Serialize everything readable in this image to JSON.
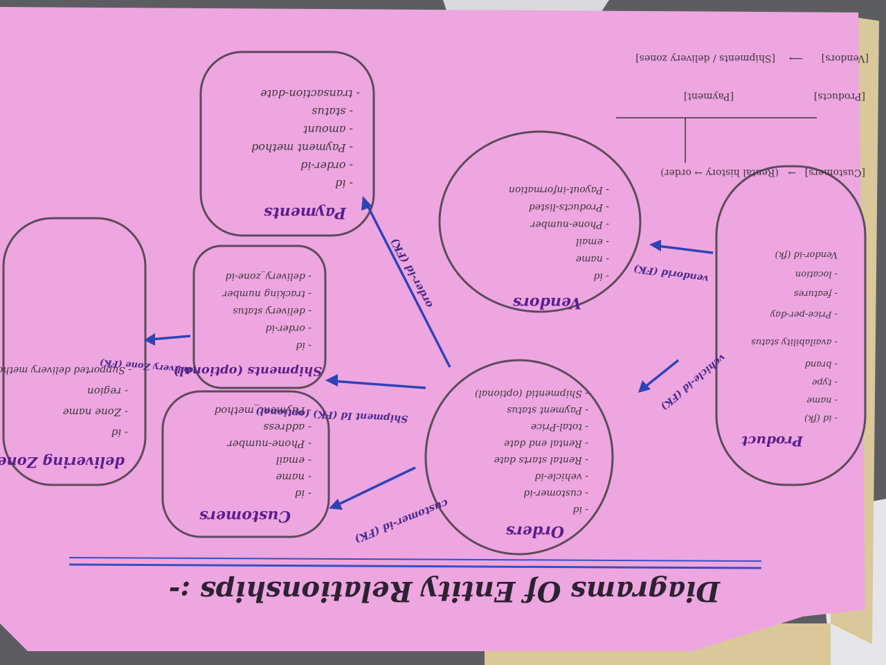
{
  "heading": {
    "title": "Diagrams Of Entity Relationships :-"
  },
  "flow": {
    "line1_left": "[Customers]",
    "line1_arrow": "→",
    "line1_right": "(Rental history → order)",
    "line2_left": "[Products]",
    "line2_right": "[Payment]",
    "line3_left": "[Vendors]",
    "line3_arrow": "⟶",
    "line3_right": "[Shipments / delivery zones]"
  },
  "entities": {
    "customers": {
      "title": "Customers",
      "fields": [
        "- id",
        "- name",
        "- email",
        "- Phone-number",
        "- address",
        "- Payment_method"
      ]
    },
    "orders": {
      "title": "Orders",
      "fields": [
        "- id",
        "- customer-id",
        "- vehicle-id",
        "- Rental starts date",
        "- Rental end date",
        "- total-Price",
        "- Payment status",
        "- Shipmentid (optional)"
      ]
    },
    "vendors": {
      "title": "Vendors",
      "fields": [
        "- id",
        "- name",
        "- email",
        "- Phone-number",
        "- Products-listed",
        "- Payout-information"
      ]
    },
    "product": {
      "title": "Product",
      "fields": [
        "- id (fk)",
        "- name",
        "- type",
        "- brand",
        "- availability status",
        "- Price-per-day",
        "- features",
        "- location",
        "Vendor-id (fk)"
      ]
    },
    "shipments": {
      "title": "Shipments (optional)",
      "fields": [
        "- id",
        "- order-id",
        "- delivery status",
        "- tracking number",
        "- delivery_zone-id"
      ]
    },
    "payments": {
      "title": "Payments",
      "fields": [
        "- id",
        "- order-id",
        "- Payment method",
        "- amount",
        "- status",
        "- transaction-date"
      ]
    },
    "delivery_zones": {
      "title": "delivering Zones",
      "fields": [
        "- id",
        "- Zone name",
        "- region",
        "- Supported delivery methods."
      ]
    }
  },
  "relationships": {
    "customer_id": "customer-id (FK)",
    "vehicle_id": "vehicle-id (FK)",
    "vendor_id": "vendorid (FK)",
    "order_id": "order-id (FK)",
    "shipment_id": "Shipment Id (FK) (optional)",
    "delivery_zone": "delivery Zone (FK)"
  },
  "colors": {
    "paper": "#eda6df",
    "ink": "#3d3440",
    "title_ink": "#5a1f8c",
    "arrow": "#2f42b8",
    "background": "#5c5d63"
  }
}
